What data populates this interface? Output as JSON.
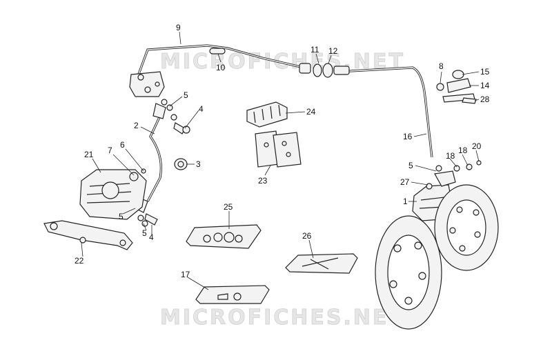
{
  "watermark": {
    "text": "MICROFICHES.NET"
  },
  "callouts": [
    {
      "id": "c9",
      "label": "9"
    },
    {
      "id": "c10",
      "label": "10"
    },
    {
      "id": "c11",
      "label": "11"
    },
    {
      "id": "c12",
      "label": "12"
    },
    {
      "id": "c8",
      "label": "8"
    },
    {
      "id": "c15",
      "label": "15"
    },
    {
      "id": "c14",
      "label": "14"
    },
    {
      "id": "c28",
      "label": "28"
    },
    {
      "id": "c5a",
      "label": "5"
    },
    {
      "id": "c4a",
      "label": "4"
    },
    {
      "id": "c2",
      "label": "2"
    },
    {
      "id": "c24",
      "label": "24"
    },
    {
      "id": "c16",
      "label": "16"
    },
    {
      "id": "c21",
      "label": "21"
    },
    {
      "id": "c7",
      "label": "7"
    },
    {
      "id": "c6",
      "label": "6"
    },
    {
      "id": "c3",
      "label": "3"
    },
    {
      "id": "c23",
      "label": "23"
    },
    {
      "id": "c18a",
      "label": "18"
    },
    {
      "id": "c18b",
      "label": "18"
    },
    {
      "id": "c20",
      "label": "20"
    },
    {
      "id": "c5b",
      "label": "5"
    },
    {
      "id": "c27",
      "label": "27"
    },
    {
      "id": "c1",
      "label": "1"
    },
    {
      "id": "c25",
      "label": "25"
    },
    {
      "id": "c5c",
      "label": "5"
    },
    {
      "id": "c5d",
      "label": "5"
    },
    {
      "id": "c4b",
      "label": "4"
    },
    {
      "id": "c22",
      "label": "22"
    },
    {
      "id": "c26",
      "label": "26"
    },
    {
      "id": "c17",
      "label": "17"
    }
  ]
}
